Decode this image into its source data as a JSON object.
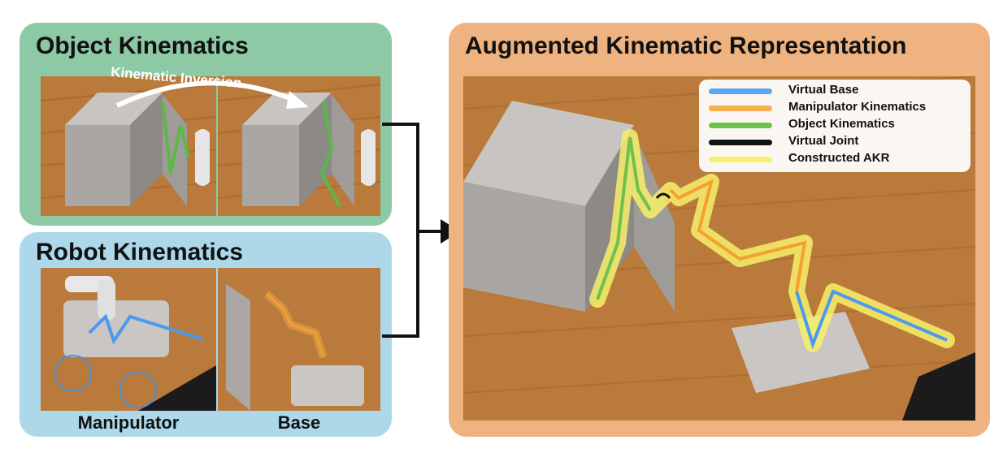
{
  "object_panel": {
    "title": "Object Kinematics",
    "inversion_label": "Kinematic Inversion"
  },
  "robot_panel": {
    "title": "Robot Kinematics",
    "captions": [
      "Manipulator",
      "Base"
    ]
  },
  "akr_panel": {
    "title": "Augmented Kinematic Representation",
    "legend": [
      {
        "label": "Virtual Base",
        "color": "#5aa9f0"
      },
      {
        "label": "Manipulator Kinematics",
        "color": "#f4b04f"
      },
      {
        "label": "Object Kinematics",
        "color": "#6cc24a"
      },
      {
        "label": "Virtual Joint",
        "color": "#111111"
      },
      {
        "label": "Constructed AKR",
        "color": "#f7f06a"
      }
    ]
  },
  "colors": {
    "object_panel_bg": "#8ec9a5",
    "robot_panel_bg": "#acd8ea",
    "akr_panel_bg": "#efb382",
    "wood": "#b97a3b",
    "cabinet": "#a9a6a3"
  }
}
